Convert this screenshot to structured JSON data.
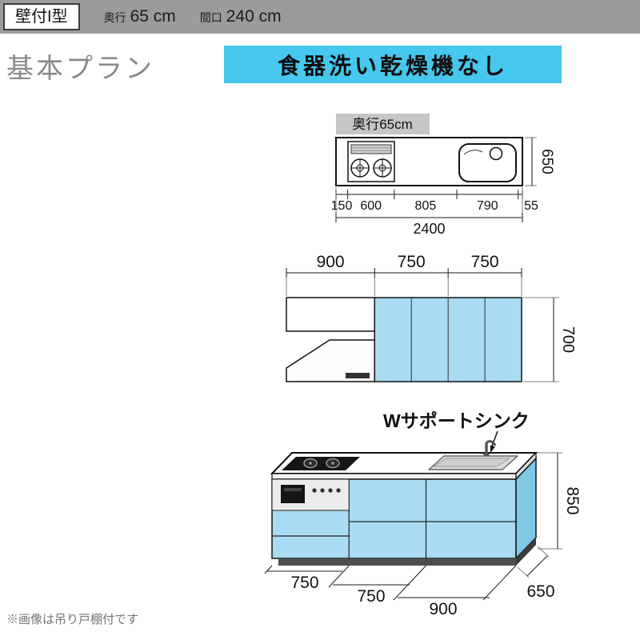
{
  "header": {
    "type_label": "壁付I型",
    "depth_label": "奥行",
    "depth_value": "65 cm",
    "width_label": "間口",
    "width_value": "240 cm"
  },
  "plan_header": {
    "title": "基本プラン",
    "banner": "食器洗い乾燥機なし"
  },
  "top_view": {
    "depth_tag": "奥行65cm",
    "depth_dim": "650",
    "segment_dims": [
      "150",
      "600",
      "805",
      "790",
      "55"
    ],
    "total_dim": "2400"
  },
  "wall_view": {
    "segment_dims": [
      "900",
      "750",
      "750"
    ],
    "height_dim": "700"
  },
  "base_view": {
    "sink_label": "Wサポートシンク",
    "height_dim": "850",
    "segment_dims": [
      "750",
      "750",
      "900"
    ],
    "depth_dim": "650"
  },
  "footnote": "※画像は吊り戸棚付です",
  "colors": {
    "header_bg": "#9b9b9b",
    "banner_bg": "#46c8ee",
    "cabinet_fill": "#a9dcf2",
    "cabinet_side": "#7ec9e6",
    "tag_bg": "#c6c6c6",
    "title_gray": "#8a8a8a"
  }
}
